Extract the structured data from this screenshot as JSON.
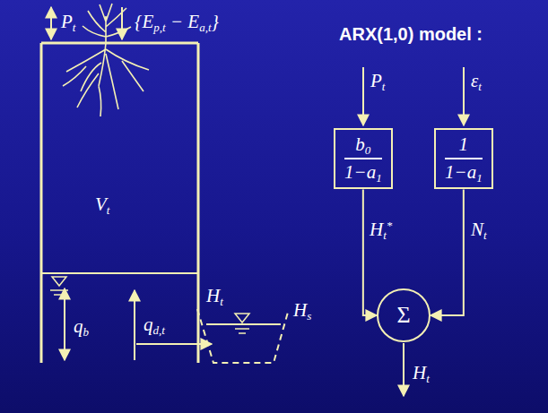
{
  "diagram": {
    "nodes": [
      {
        "text": [
          "b0",
          "1−a1"
        ]
      },
      {
        "text": [
          "1",
          "1−a1"
        ]
      },
      {
        "text": [
          "Σ"
        ]
      }
    ],
    "edges": [
      {
        "from": 0,
        "to": 2,
        "arrow": "to",
        "label": "Ht*"
      },
      {
        "from": 1,
        "to": 2,
        "arrow": "to",
        "label": "Nt"
      }
    ],
    "labels": [
      "Pt",
      "{Ep,t − Ea,t}",
      "ARX(1,0) model :",
      "Pt",
      "εt",
      "Vt",
      "Ht",
      "Hs",
      "qb",
      "qd,t",
      "Ht"
    ]
  }
}
